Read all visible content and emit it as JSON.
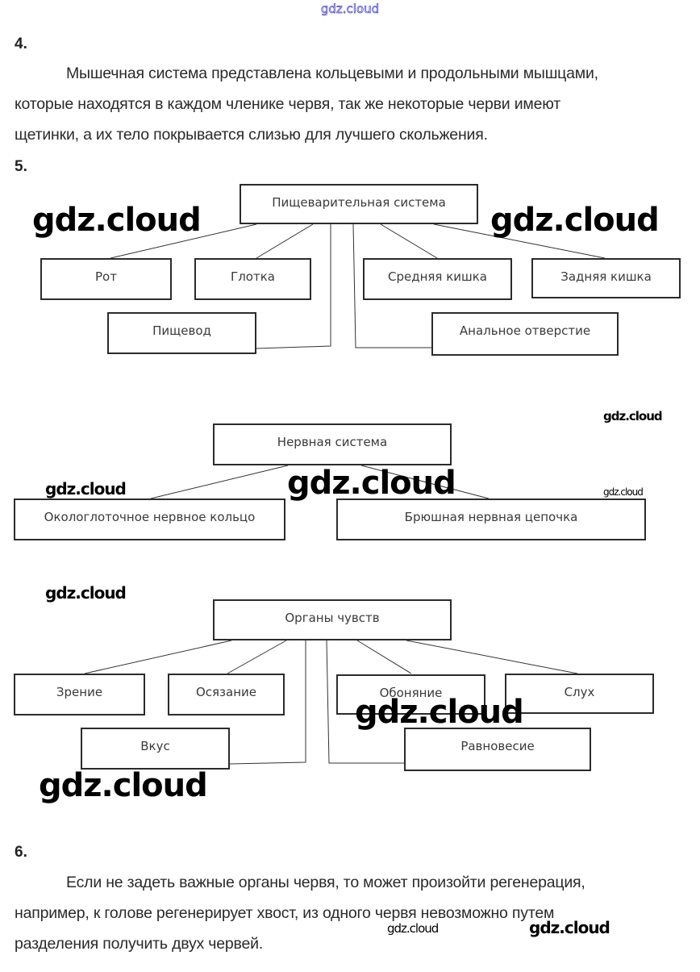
{
  "header": {
    "watermark": "gdz.cloud"
  },
  "q4": {
    "number": "4.",
    "lines": [
      "Мышечная система представлена кольцевыми и продольными мышцами,",
      "которые находятся в каждом членике червя, так же некоторые черви имеют",
      "щетинки, а их тело покрывается слизью для лучшего скольжения."
    ]
  },
  "q5": {
    "number": "5.",
    "digestive": {
      "root": "Пищеварительная система",
      "children": [
        "Рот",
        "Глотка",
        "Средняя кишка",
        "Задняя кишка",
        "Пищевод",
        "Анальное отверстие"
      ]
    },
    "nervous": {
      "root": "Нервная система",
      "children": [
        "Окологлоточное нервное кольцо",
        "Брюшная нервная цепочка"
      ]
    },
    "senses": {
      "root": "Органы чувств",
      "children": [
        "Зрение",
        "Осязание",
        "Обоняние",
        "Слух",
        "Вкус",
        "Равновесие"
      ]
    }
  },
  "q6": {
    "number": "6.",
    "lines": [
      "Если не задеть важные органы червя, то может произойти регенерация,",
      "например, к голове регенерирует хвост, из одного червя невозможно путем",
      "разделения получить двух червей."
    ]
  },
  "watermarks": [
    "gdz.cloud",
    "gdz.cloud",
    "gdz.cloud",
    "gdz.cloud",
    "gdz.cloud",
    "gdz.cloud",
    "gdz.cloud",
    "gdz.cloud",
    "gdz.cloud",
    "gdz.cloud",
    "gdz.cloud"
  ]
}
